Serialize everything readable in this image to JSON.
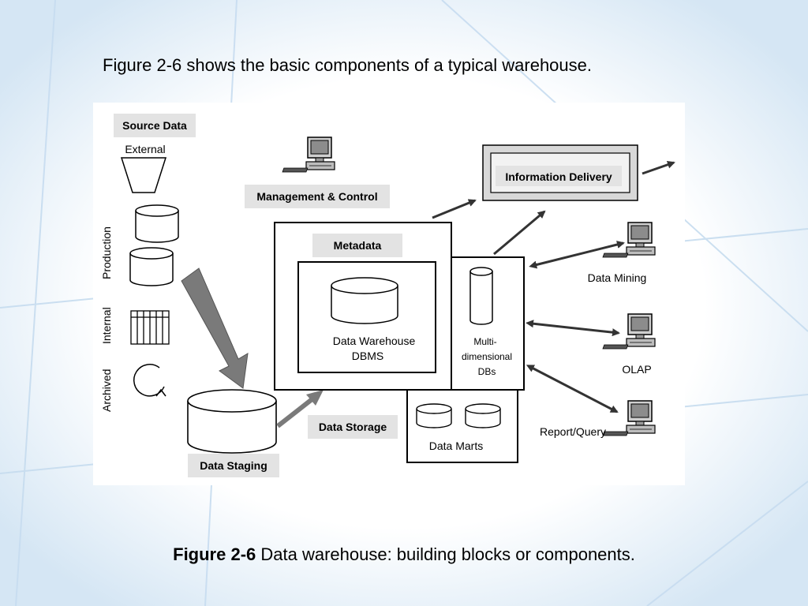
{
  "slide": {
    "intro_text": "Figure 2-6 shows the basic components of a typical warehouse.",
    "caption_bold": "Figure 2-6",
    "caption_text": " Data warehouse: building blocks or components."
  },
  "diagram": {
    "source_data": {
      "title": "Source Data",
      "external": "External",
      "production": "Production",
      "internal": "Internal",
      "archived": "Archived"
    },
    "management_control": "Management & Control",
    "metadata": "Metadata",
    "dw_dbms": [
      "Data Warehouse",
      "DBMS"
    ],
    "multidim": [
      "Multi-",
      "dimensional",
      "DBs"
    ],
    "data_marts": "Data Marts",
    "data_storage": "Data Storage",
    "data_staging": "Data Staging",
    "information_delivery": "Information Delivery",
    "tools": {
      "data_mining": "Data Mining",
      "olap": "OLAP",
      "report_query": "Report/Query"
    }
  },
  "colors": {
    "label_fill": "#e3e3e3",
    "stroke": "#000000",
    "arrow": "#555555",
    "backdrop_line": "#c6dcef"
  }
}
